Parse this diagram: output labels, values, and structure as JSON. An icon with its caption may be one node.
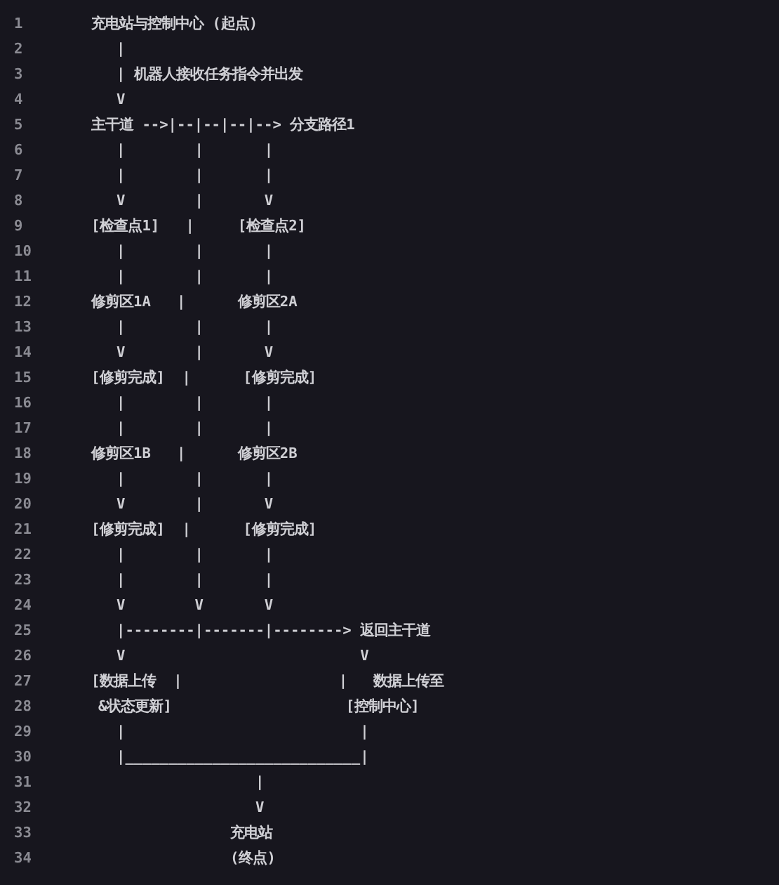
{
  "diagram": {
    "labels": [
      "1",
      "充电站与控制中心 (起点)",
      "2",
      "|",
      "3",
      "| 机器人接收任务指令并出发",
      "4",
      "V",
      "5",
      "主干道 -->|--|--|--|--> 分支路径1",
      "6",
      "|        |       |",
      "7",
      "|        |       |",
      "8",
      "V        |       V",
      "9",
      "[检查点1]   |     [检查点2]",
      "10",
      "|        |       |",
      "11",
      "|        |       |",
      "12",
      "修剪区1A   |      修剪区2A",
      "13",
      "|        |       |",
      "14",
      "V        |       V",
      "15",
      "[修剪完成]  |      [修剪完成]",
      "16",
      "|        |       |",
      "17",
      "|        |       |",
      "18",
      "修剪区1B   |      修剪区2B",
      "19",
      "|        |       |",
      "20",
      "V        |       V",
      "21",
      "[修剪完成]  |      [修剪完成]",
      "22",
      "|        |       |",
      "23",
      "|        |       |",
      "24",
      "V        V       V",
      "25",
      "|--------|-------|--------> 返回主干道",
      "26",
      "V                           V",
      "27",
      "[数据上传  |                  |   数据上传至",
      "28",
      "&状态更新]                    [控制中心]",
      "29",
      "|                           |",
      "30",
      "|___________________________|",
      "31",
      "|",
      "32",
      "V",
      "33",
      "充电站",
      "34",
      "(终点)"
    ]
  }
}
